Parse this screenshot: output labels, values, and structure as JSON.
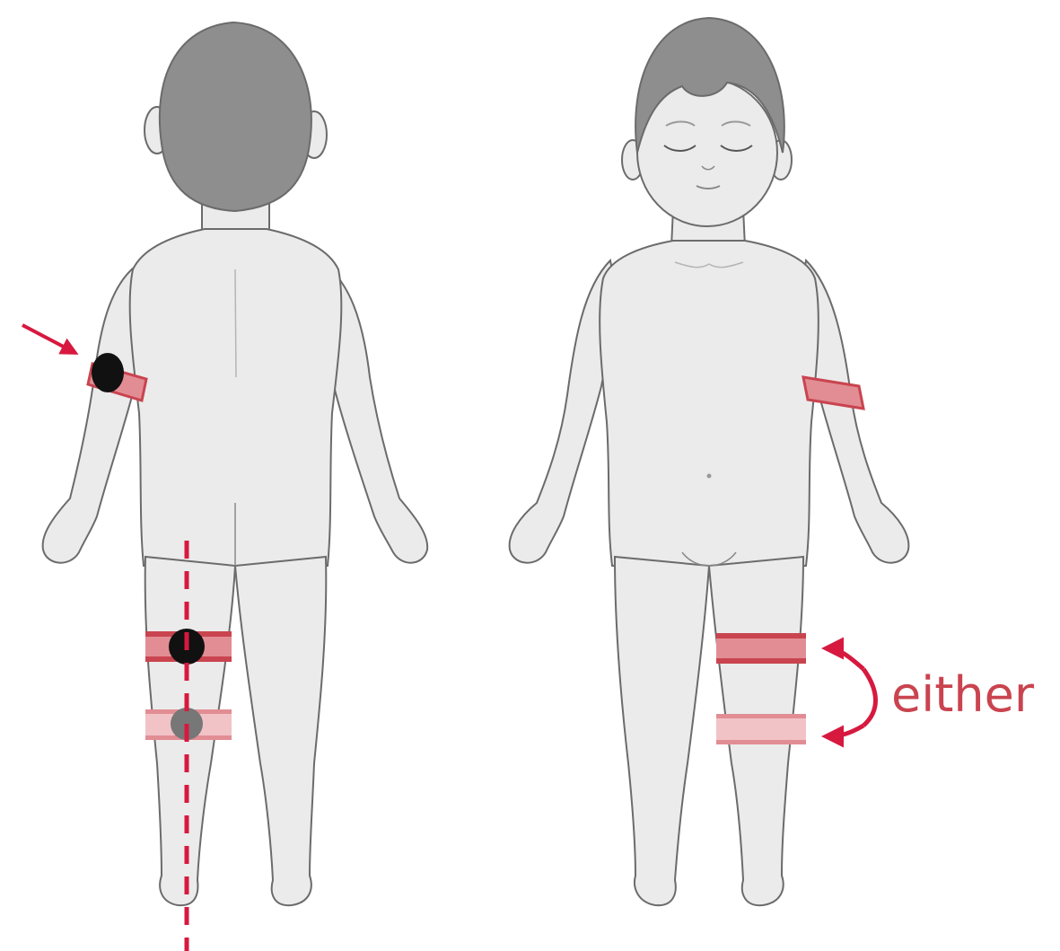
{
  "figure": {
    "label": "either",
    "colors": {
      "accent": "#d7193f",
      "band": "#c9444f",
      "band_light": "#e28d94",
      "skin": "#ebebeb",
      "outline": "#6b6b6b",
      "hair": "#8e8e8e",
      "electrode": "#111111",
      "electrode_faded": "#777777"
    },
    "icons": [
      "child-back-view",
      "child-front-view",
      "pointer-arrow",
      "either-arrow",
      "electrode-dot",
      "measuring-band",
      "midline-dashed-line"
    ]
  }
}
